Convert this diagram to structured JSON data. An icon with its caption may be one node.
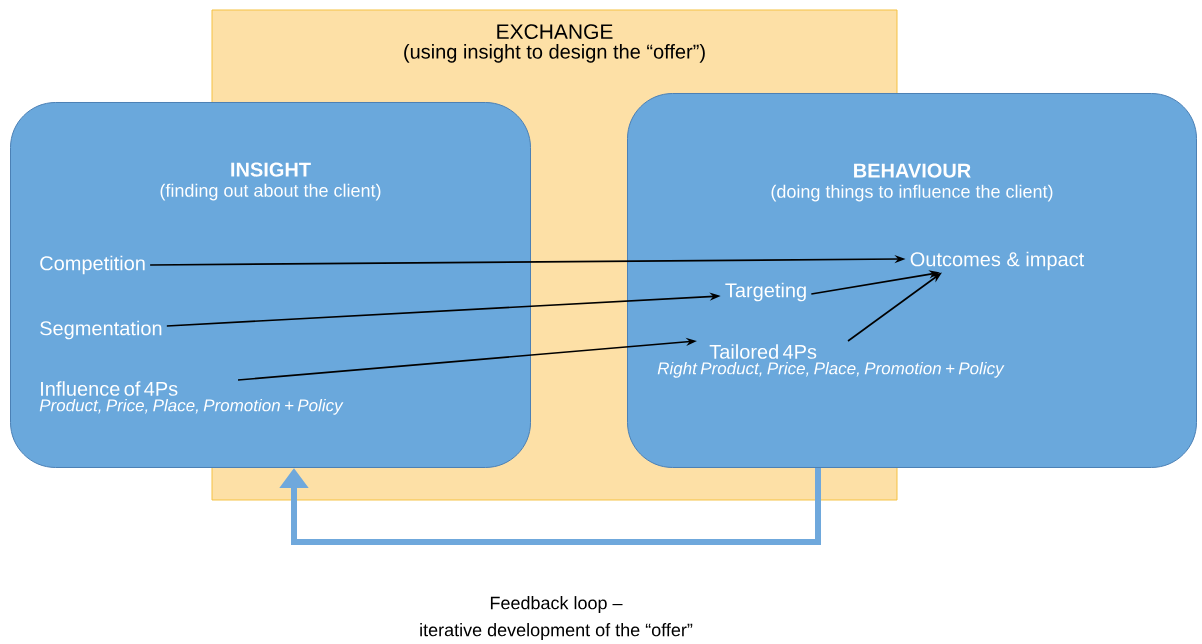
{
  "diagram": {
    "caption": "Feedback loop – iterative development of the “offer”",
    "nodes": [
      {
        "text": [
          "EXCHANGE",
          "(using insight to design the “offer”)"
        ]
      },
      {
        "text": [
          "INSIGHT",
          "(finding out about the client)"
        ]
      },
      {
        "text": [
          "Competition"
        ],
        "in": 1
      },
      {
        "text": [
          "Segmentation"
        ],
        "in": 1
      },
      {
        "text": [
          "Influence of 4Ps",
          "Product, Price, Place, Promotion + Policy"
        ],
        "in": 1
      },
      {
        "text": [
          "BEHAVIOUR",
          "(doing things to influence the client)"
        ]
      },
      {
        "text": [
          "Outcomes & impact"
        ],
        "in": 5
      },
      {
        "text": [
          "Targeting"
        ],
        "in": 5
      },
      {
        "text": [
          "Tailored 4Ps",
          "Right Product, Price, Place, Promotion + Policy"
        ],
        "in": 5
      }
    ],
    "edges": [
      {
        "from": 2,
        "to": 6,
        "arrow": "to"
      },
      {
        "from": 3,
        "to": 7,
        "arrow": "to"
      },
      {
        "from": 4,
        "to": 8,
        "arrow": "to"
      },
      {
        "from": 7,
        "to": 6,
        "arrow": "to"
      },
      {
        "from": 8,
        "to": 6,
        "arrow": "to"
      },
      {
        "from": 5,
        "to": 1,
        "arrow": "to",
        "style": "thick",
        "color": "#6fa8dc"
      }
    ]
  }
}
